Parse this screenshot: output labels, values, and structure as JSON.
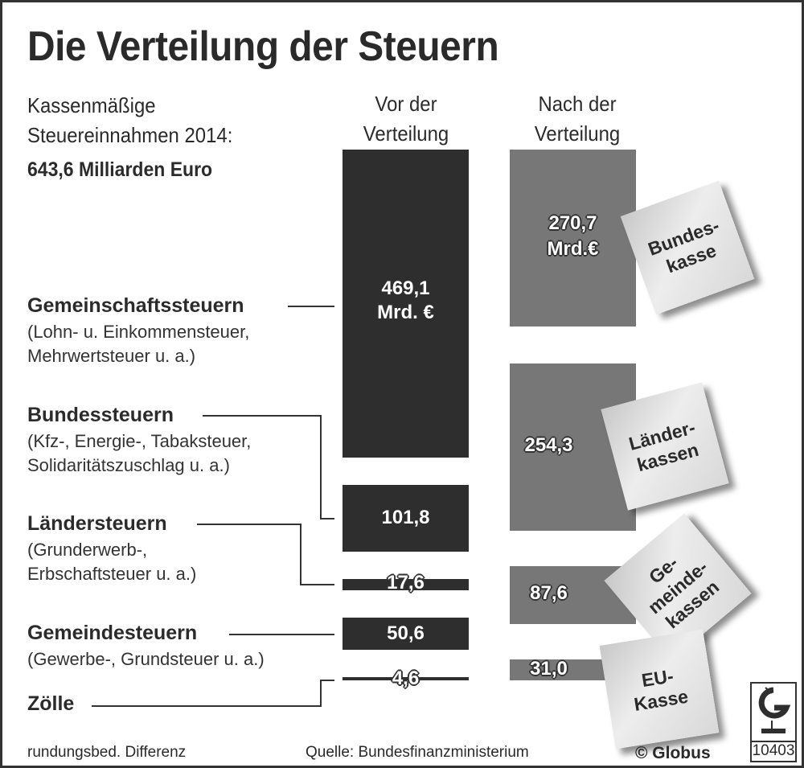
{
  "title": "Die Verteilung der Steuern",
  "subtitle": [
    "Kassenmäßige",
    "Steuereinnahmen 2014:"
  ],
  "total": "643,6 Milliarden Euro",
  "columns": {
    "before": [
      "Vor der",
      "Verteilung"
    ],
    "after": [
      "Nach der",
      "Verteilung"
    ]
  },
  "categories": [
    {
      "name": "Gemeinschaftssteuern",
      "desc": [
        "(Lohn- u. Einkommensteuer,",
        "Mehrwertsteuer u. a.)"
      ]
    },
    {
      "name": "Bundessteuern",
      "desc": [
        "(Kfz-, Energie-, Tabaksteuer,",
        "Solidaritätszuschlag u. a.)"
      ]
    },
    {
      "name": "Ländersteuern",
      "desc": [
        "(Grunderwerb-,",
        "Erbschaftsteuer u. a.)"
      ]
    },
    {
      "name": "Gemeindesteuern",
      "desc": [
        "(Gewerbe-, Grundsteuer u. a.)"
      ]
    },
    {
      "name": "Zölle",
      "desc": []
    }
  ],
  "before_values": {
    "v1": "469,1",
    "v1unit": "Mrd. €",
    "v2": "101,8",
    "v3": "17,6",
    "v4": "50,6",
    "v5": "4,6"
  },
  "after_values": {
    "v1": "270,7",
    "v1unit": "Mrd.€",
    "v2": "254,3",
    "v3": "87,6",
    "v4": "31,0"
  },
  "notes": {
    "bund": [
      "Bundes-",
      "kasse"
    ],
    "laender": [
      "Länder-",
      "kassen"
    ],
    "gemeinde": [
      "Ge-",
      "meinde-",
      "kassen"
    ],
    "eu": [
      "EU-",
      "Kasse"
    ]
  },
  "footer": {
    "left": "rundungsbed. Differenz",
    "source": "Quelle: Bundesfinanzministerium",
    "copyright": "© Globus",
    "number": "10403"
  },
  "colors": {
    "before_bar": "#2e2e2e",
    "after_bar": "#777777",
    "note": "#e0e0e0"
  },
  "chart_data": {
    "type": "bar",
    "title": "Die Verteilung der Steuern",
    "subtitle": "Kassenmäßige Steuereinnahmen 2014: 643,6 Milliarden Euro",
    "unit": "Mrd. €",
    "series": [
      {
        "name": "Vor der Verteilung",
        "categories": [
          "Gemeinschaftssteuern",
          "Bundessteuern",
          "Ländersteuern",
          "Gemeindesteuern",
          "Zölle"
        ],
        "values": [
          469.1,
          101.8,
          17.6,
          50.6,
          4.6
        ]
      },
      {
        "name": "Nach der Verteilung",
        "categories": [
          "Bundeskasse",
          "Länderkassen",
          "Gemeindekassen",
          "EU-Kasse"
        ],
        "values": [
          270.7,
          254.3,
          87.6,
          31.0
        ]
      }
    ],
    "annotations": [
      "rundungsbed. Differenz",
      "Quelle: Bundesfinanzministerium"
    ]
  }
}
